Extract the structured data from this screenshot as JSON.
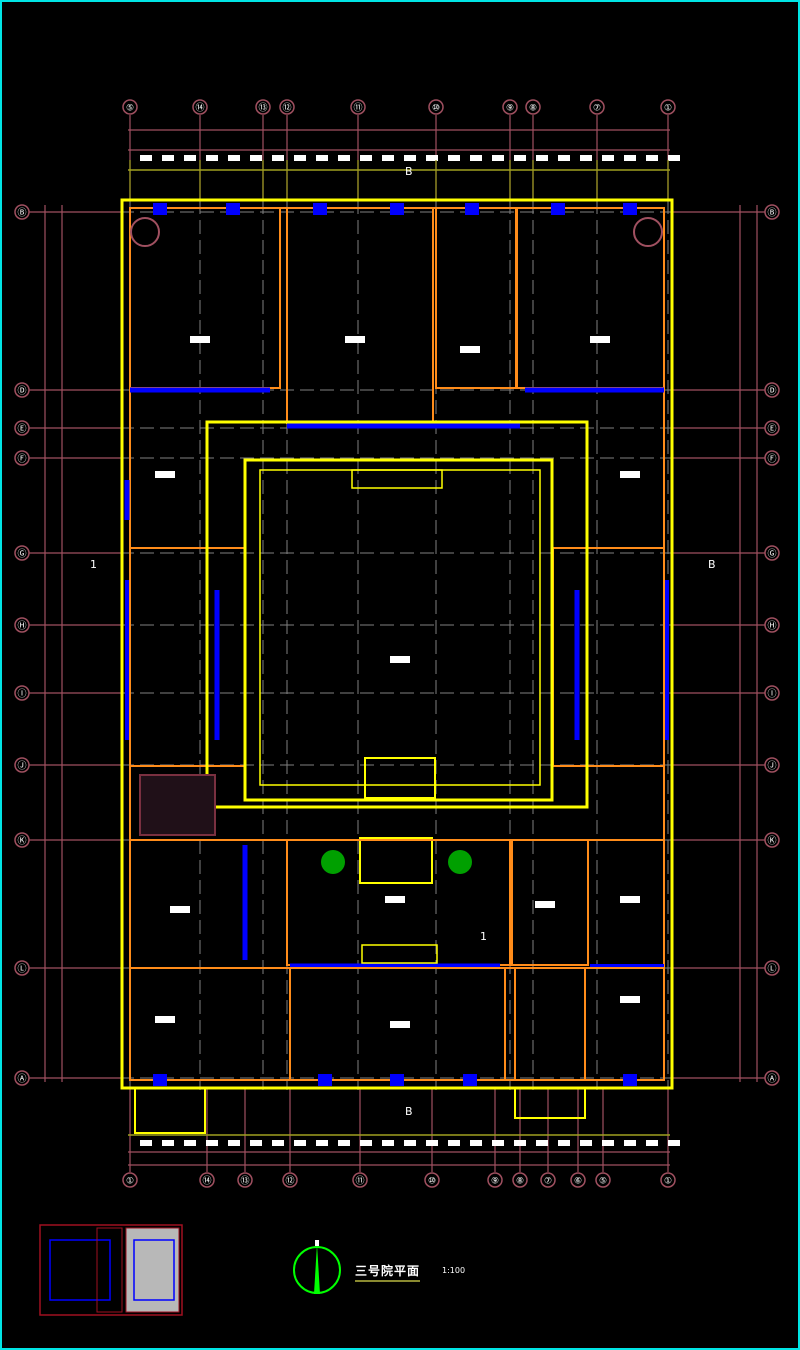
{
  "drawing": {
    "title": "三号院平面",
    "scale": "1:100",
    "colors": {
      "frame": "#00e5e5",
      "axis": "#a05060",
      "wall": "#ffff00",
      "inner_wall": "#ff8c1a",
      "window": "#0000ff",
      "dim": "#a0a020",
      "grid": "#808080",
      "tree": "#00a000",
      "north": "#00ff00"
    },
    "top_axes": [
      "⑤",
      "⑭",
      "⑬",
      "⑫",
      "⑪",
      "⑩",
      "⑨",
      "⑧",
      "⑦",
      "①"
    ],
    "bottom_axes": [
      "①",
      "⑭",
      "⑬",
      "⑫",
      "⑪",
      "⑩",
      "⑨",
      "⑧",
      "⑦",
      "⑥",
      "⑤",
      "①"
    ],
    "left_axes": [
      "Ⓑ",
      "Ⓓ",
      "Ⓔ",
      "Ⓕ",
      "Ⓖ",
      "Ⓗ",
      "Ⓘ",
      "Ⓙ",
      "Ⓚ",
      "Ⓛ",
      "Ⓐ"
    ],
    "right_axes": [
      "Ⓑ",
      "Ⓓ",
      "Ⓔ",
      "Ⓕ",
      "Ⓖ",
      "Ⓗ",
      "Ⓘ",
      "Ⓙ",
      "Ⓚ",
      "Ⓛ",
      "Ⓐ"
    ],
    "section_marks": [
      "B",
      "B",
      "1",
      "1"
    ],
    "north_icon": "north-arrow-icon"
  }
}
